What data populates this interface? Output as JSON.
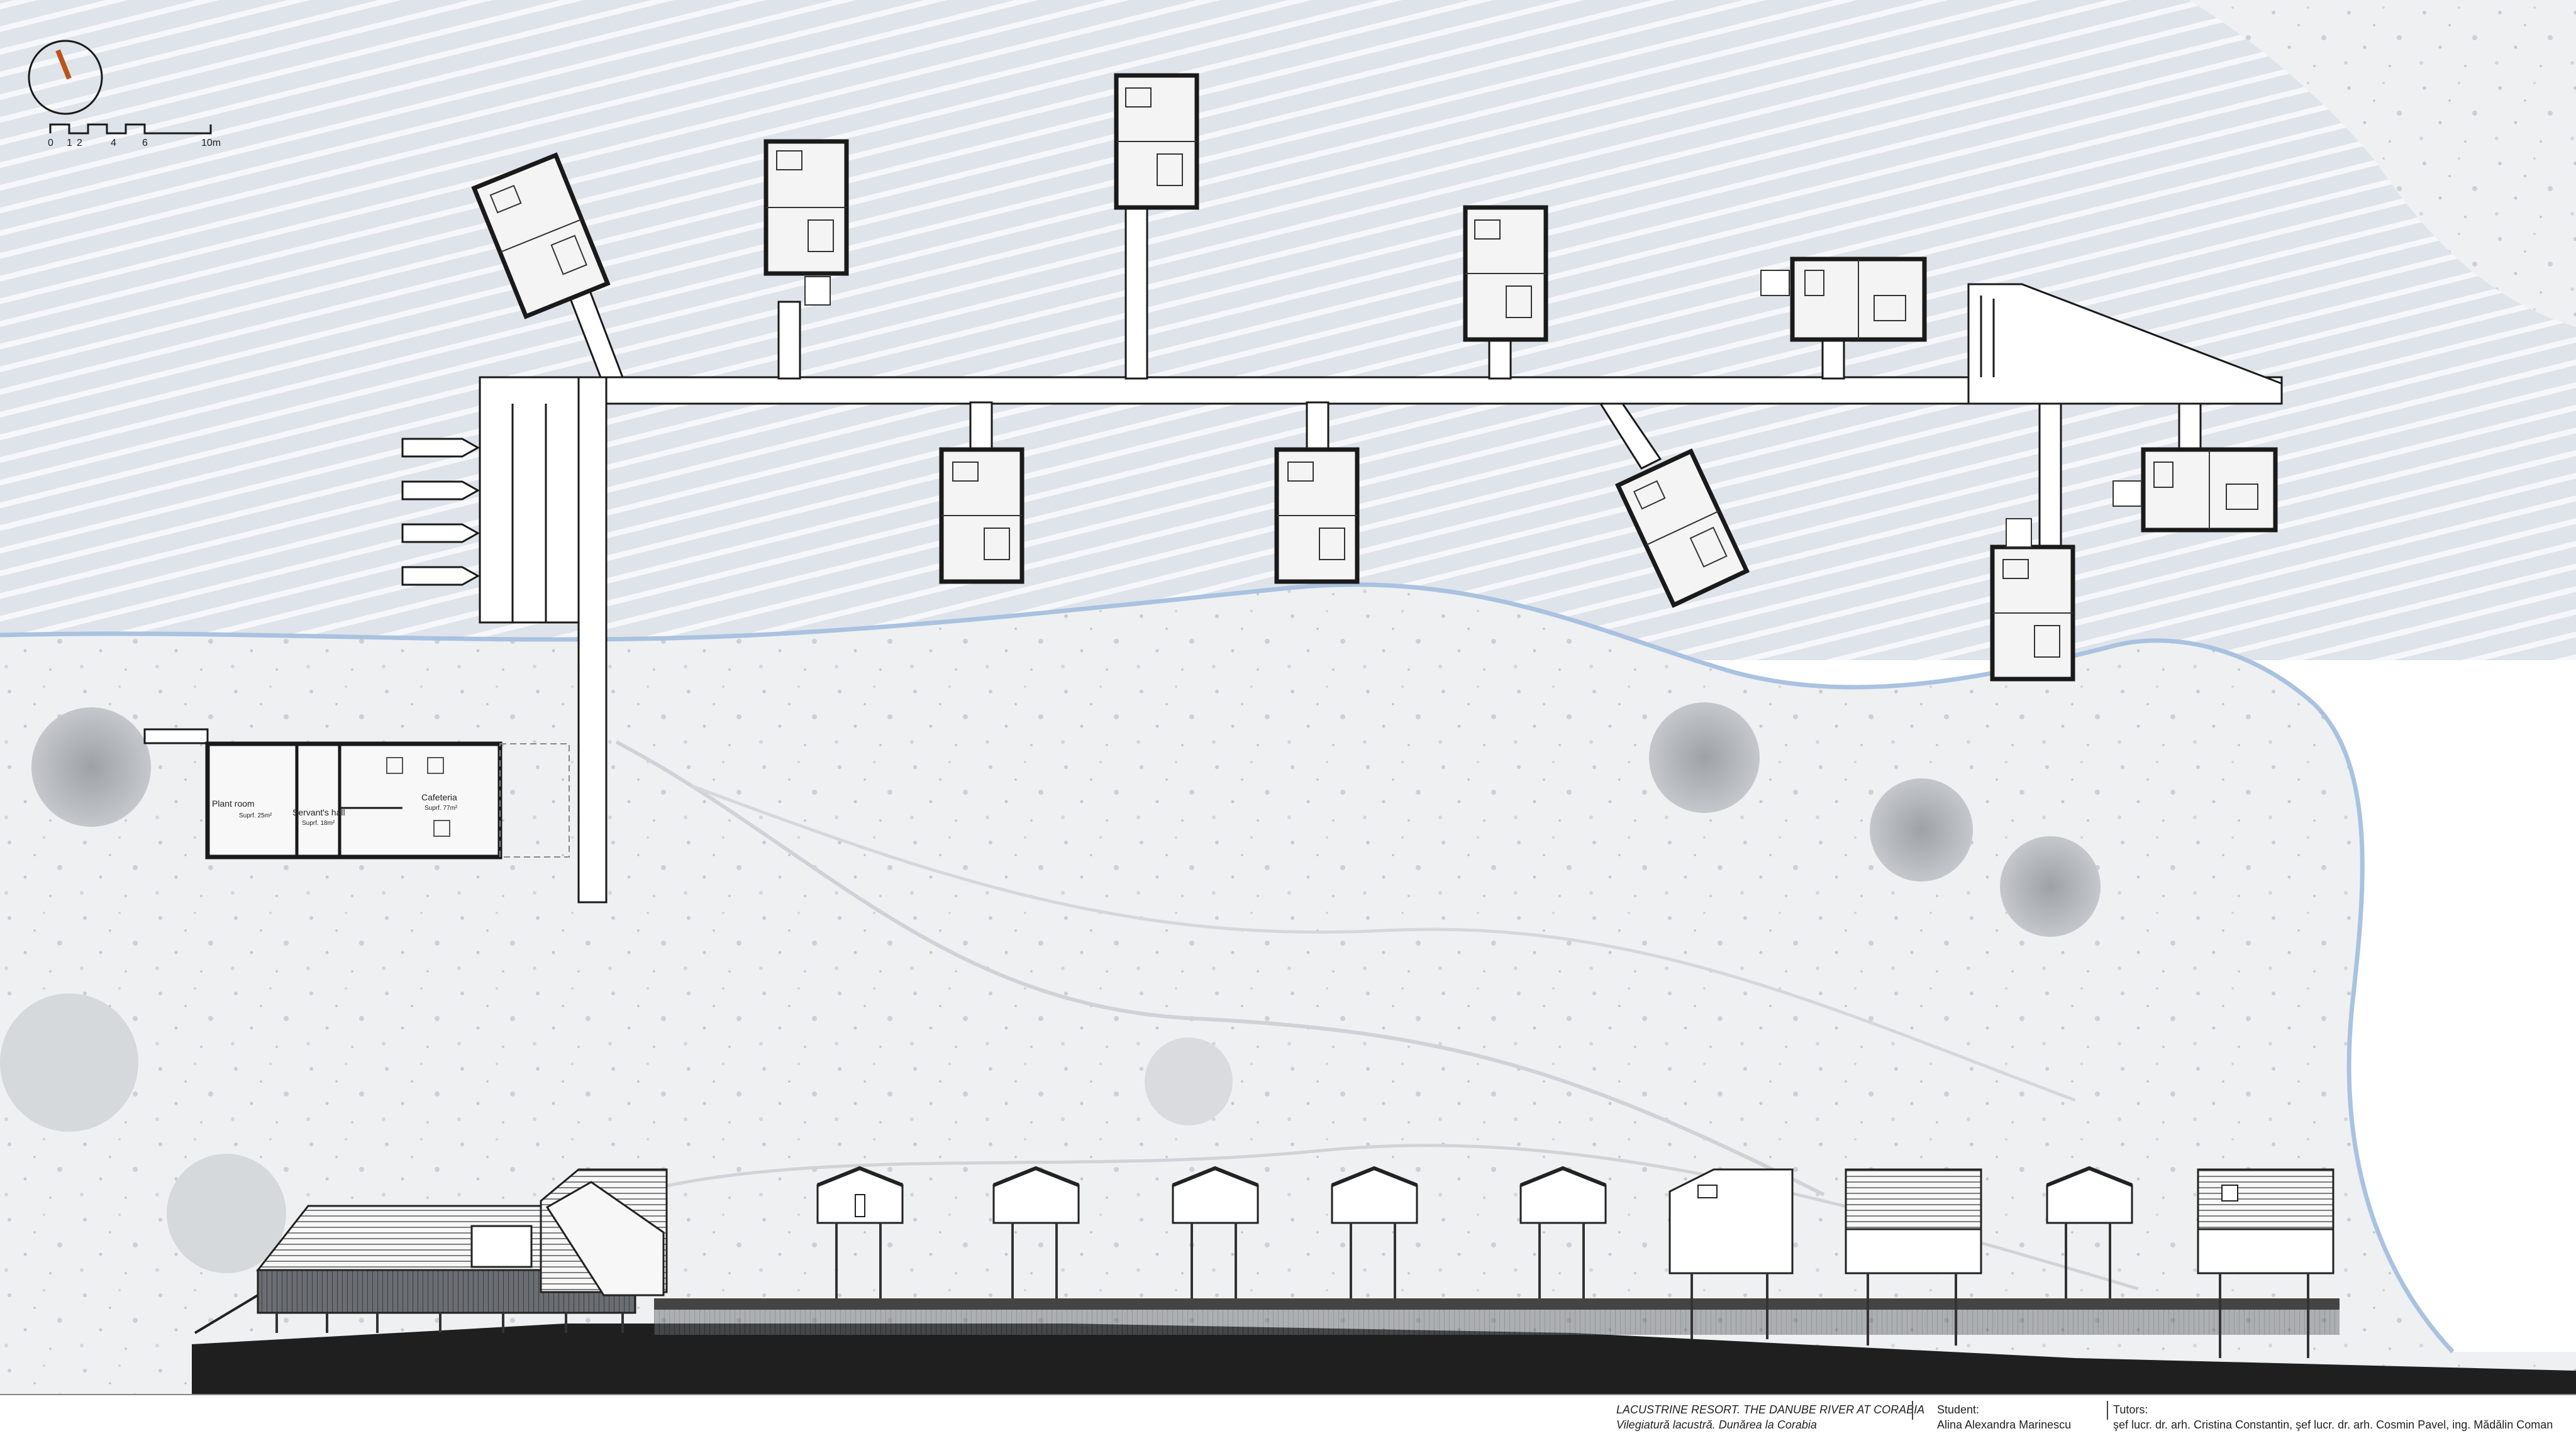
{
  "scale_bar": {
    "ticks": [
      "0",
      "1",
      "2",
      "4",
      "6",
      "10m"
    ]
  },
  "buildings": {
    "plant_room": "Plant room",
    "plant_room_area": "Suprf. 25m²",
    "servants_hall": "Servant's hall",
    "servants_hall_area": "Suprf. 18m²",
    "cafeteria": "Cafeteria",
    "cafeteria_area": "Suprf. 77m²"
  },
  "title_block": {
    "project_title_en": "LACUSTRINE RESORT. THE DANUBE RIVER AT CORABIA",
    "project_title_ro": "Vilegiatură lacustră. Dunărea la Corabia",
    "student_label": "Student:",
    "student_name": "Alina Alexandra Marinescu",
    "tutors_label": "Tutors:",
    "tutors_names": "şef lucr. dr. arh. Cristina Constantin, şef lucr. dr. arh. Cosmin Pavel, ing. Mădălin Coman"
  },
  "colors": {
    "water": "#dfe4ec",
    "shoreline": "#a9c2e0",
    "land": "#eef0f2",
    "ink": "#1a1a1a",
    "north_arrow_accent": "#b8541c"
  }
}
